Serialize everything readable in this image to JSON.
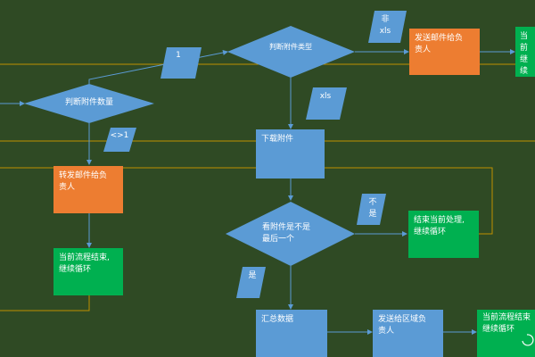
{
  "decisions": {
    "attachment_type": "判断附件类型",
    "attachment_count": "判断附件数量",
    "is_last_attachment": "看附件是不是\n最后一个"
  },
  "process": {
    "send_mail_owner": "发送邮件给负\n责人",
    "current_end_top": "当前\n继续",
    "download": "下载附件",
    "forward_mail_owner": "转发邮件给负\n责人",
    "end_current_continue": "结束当前处理,\n继续循环",
    "current_flow_end_left": "当前流程结束,\n继续循环",
    "summary": "汇总数据",
    "send_region_owner": "发送给区域负\n责人",
    "current_flow_end_bottom": "当前流程结束\n继续循环"
  },
  "conditions": {
    "one": "1",
    "not_one": "<>1",
    "not_xls": "非\nxls",
    "xls": "xls",
    "no": "不\n是",
    "yes": "是"
  },
  "colors": {
    "background": "#2f4a24",
    "blue": "#5b9bd5",
    "orange": "#ed7d31",
    "green": "#00b050",
    "connector": "#5b9bd5",
    "loop_line": "#bf9000"
  }
}
